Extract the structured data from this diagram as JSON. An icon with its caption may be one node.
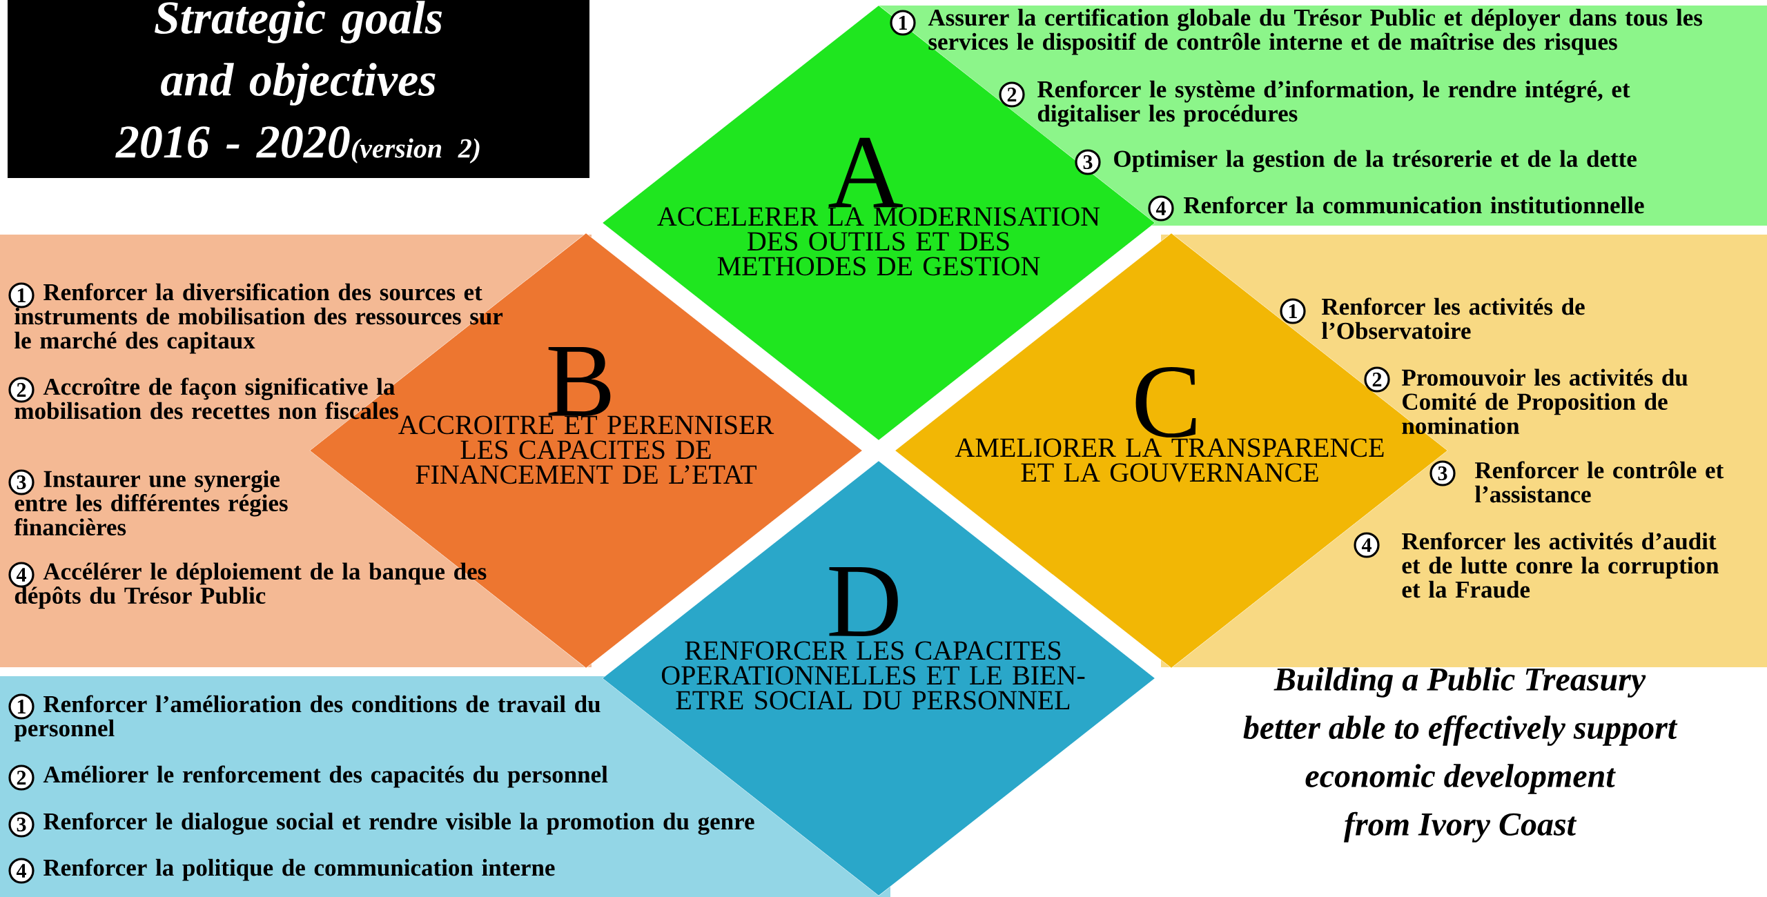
{
  "diagram": {
    "nodes": [
      {
        "text": [
          "Strategic goals and objectives",
          "2016 - 2020",
          "(version 2)"
        ]
      },
      {
        "text": [
          "Assurer la certification globale du Trésor Public et déployer dans tous les services le dispositif de contrôle interne et de maîtrise des risques",
          "Renforcer le système d’information, le rendre intégré, et digitaliser les procédures",
          "Optimiser la gestion de la trésorerie et de la dette",
          "Renforcer la communication institutionnelle"
        ]
      },
      {
        "text": [
          "1"
        ],
        "in": 1
      },
      {
        "text": [
          "2"
        ],
        "in": 1
      },
      {
        "text": [
          "3"
        ],
        "in": 1
      },
      {
        "text": [
          "4"
        ],
        "in": 1
      },
      {
        "text": [
          "A",
          "ACCELERER LA MODERNISATION DES OUTILS ET DES METHODES DE GESTION"
        ]
      },
      {
        "text": [
          "Renforcer la diversification des sources et instruments de mobilisation des ressources sur le marché des capitaux",
          "Accroître de façon significative la mobilisation des recettes non fiscales",
          "Instaurer une synergie entre les différentes régies financières",
          "Accélérer le déploiement de la banque des dépôts du Trésor Public"
        ]
      },
      {
        "text": [
          "1"
        ],
        "in": 7
      },
      {
        "text": [
          "2"
        ],
        "in": 7
      },
      {
        "text": [
          "3"
        ],
        "in": 7
      },
      {
        "text": [
          "4"
        ],
        "in": 7
      },
      {
        "text": [
          "B",
          "ACCROITRE ET PERENNISER LES CAPACITES DE FINANCEMENT DE L’ETAT"
        ]
      },
      {
        "text": [
          "Renforcer les activités de l’Observatoire",
          "Promouvoir les activités du Comité de Proposition de nomination",
          "Renforcer le contrôle et l’assistance",
          "Renforcer les activités d’audit et de lutte conre la corruption et la Fraude"
        ]
      },
      {
        "text": [
          "1"
        ],
        "in": 13
      },
      {
        "text": [
          "2"
        ],
        "in": 13
      },
      {
        "text": [
          "3"
        ],
        "in": 13
      },
      {
        "text": [
          "4"
        ],
        "in": 13
      },
      {
        "text": [
          "C",
          "AMELIORER LA TRANSPARENCE ET LA GOUVERNANCE"
        ]
      },
      {
        "text": [
          "D",
          "RENFORCER LES CAPACITES OPERATIONNELLES ET LE BIEN-ETRE SOCIAL DU PERSONNEL"
        ]
      },
      {
        "text": [
          "Renforcer l’amélioration des conditions de travail du personnel",
          "Améliorer le renforcement des capacités du personnel",
          "Renforcer le dialogue social et rendre visible la promotion du genre",
          "Renforcer la politique de communication interne"
        ]
      },
      {
        "text": [
          "1"
        ],
        "in": 20
      },
      {
        "text": [
          "2"
        ],
        "in": 20
      },
      {
        "text": [
          "3"
        ],
        "in": 20
      },
      {
        "text": [
          "4"
        ],
        "in": 20
      }
    ],
    "labels": [
      "Building a Public Treasury",
      "better able to effectively support",
      "economic development",
      "from Ivory Coast"
    ]
  }
}
